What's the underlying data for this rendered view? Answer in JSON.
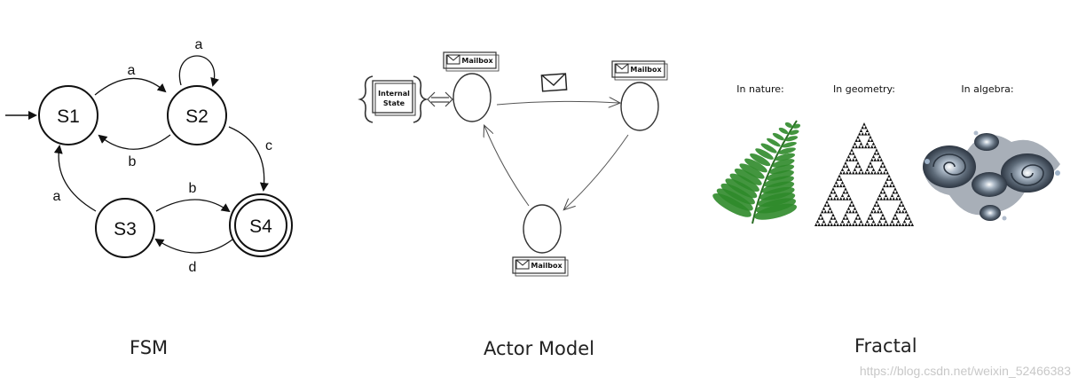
{
  "fsm": {
    "states": [
      "S1",
      "S2",
      "S3",
      "S4"
    ],
    "edge_labels": {
      "s1_s2": "a",
      "s2_loop": "a",
      "s2_s1": "b",
      "s2_s4": "c",
      "s3_s1": "a",
      "s3_s4": "b",
      "s4_s3": "d"
    },
    "caption": "FSM"
  },
  "actor": {
    "internal_state": "Internal State",
    "mailbox_label": "Mailbox",
    "caption": "Actor Model"
  },
  "fractal": {
    "headers": [
      "In nature:",
      "In geometry:",
      "In algebra:"
    ],
    "caption": "Fractal"
  },
  "watermark": "https://blog.csdn.net/weixin_52466383",
  "colors": {
    "fern": "#2f8a2a",
    "triangle": "#111111",
    "julia": "#8e9aa7"
  }
}
